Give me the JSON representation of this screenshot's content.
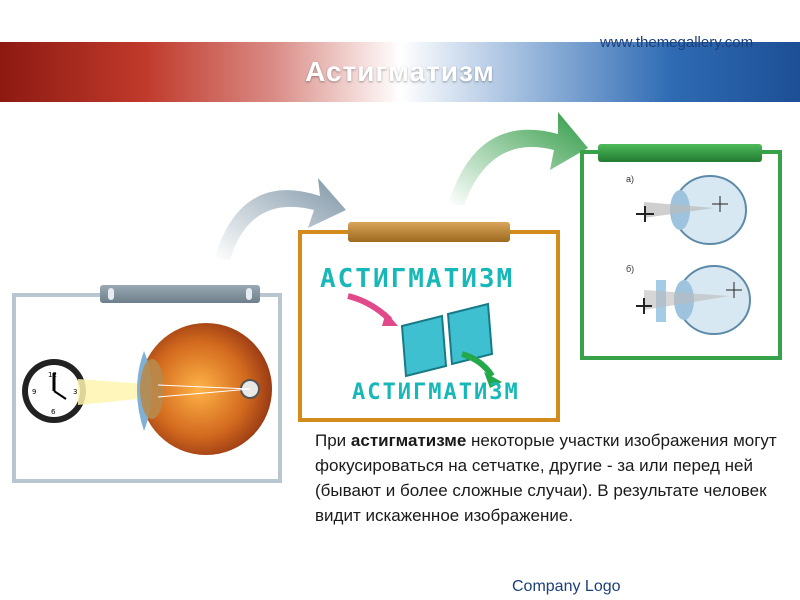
{
  "slide": {
    "title": "Астигматизм",
    "site": "www.themegallery.com",
    "footer": "Company Logo"
  },
  "panel2": {
    "word_top": "АСТИГМАТИЗМ",
    "word_bottom": "АСТИГМАТИЗМ"
  },
  "panel3": {
    "label_a": "а)",
    "label_b": "б)"
  },
  "description": {
    "prefix": "При ",
    "bold": "астигматизме",
    "rest": " некоторые участки изображения могут фокусироваться на сетчатке, другие - за или перед ней (бывают и более сложные случаи). В результате человек видит искаженное изображение."
  },
  "colors": {
    "frame_gray": "#b7c6cf",
    "frame_orange": "#d38b1c",
    "frame_green": "#37a24a",
    "text_blue": "#1d3f7a"
  }
}
